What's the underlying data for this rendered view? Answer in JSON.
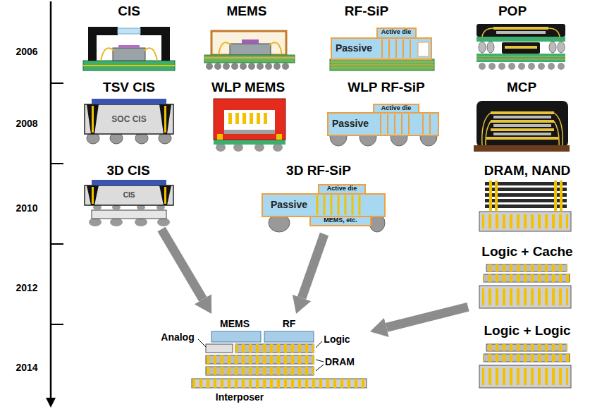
{
  "diagram": {
    "nodes": [
      {
        "text": [
          "CIS"
        ]
      },
      {
        "text": [
          "MEMS"
        ]
      },
      {
        "text": [
          "RF-SiP",
          "Active die",
          "Passive"
        ]
      },
      {
        "text": [
          "POP"
        ]
      },
      {
        "text": [
          "TSV CIS",
          "SOC CIS"
        ]
      },
      {
        "text": [
          "WLP MEMS"
        ]
      },
      {
        "text": [
          "WLP RF-SiP",
          "Active die",
          "Passive"
        ]
      },
      {
        "text": [
          "MCP"
        ]
      },
      {
        "text": [
          "3D CIS",
          "CIS"
        ]
      },
      {
        "text": [
          "3D RF-SiP",
          "Active die",
          "Passive",
          "MEMS, etc."
        ]
      },
      {
        "text": [
          "DRAM, NAND"
        ]
      },
      {
        "text": [
          "Logic + Cache"
        ]
      },
      {
        "text": [
          "Logic + Logic"
        ]
      },
      {
        "text": [
          "MEMS",
          "RF",
          "Analog",
          "Logic",
          "DRAM",
          "Interposer"
        ]
      }
    ],
    "edges": [
      {
        "from": 8,
        "to": 13,
        "arrow": "to"
      },
      {
        "from": 9,
        "to": 13,
        "arrow": "to"
      },
      {
        "from": 11,
        "to": 13,
        "arrow": "to"
      }
    ],
    "labels": [
      "2006",
      "2008",
      "2010",
      "2012",
      "2014"
    ]
  }
}
